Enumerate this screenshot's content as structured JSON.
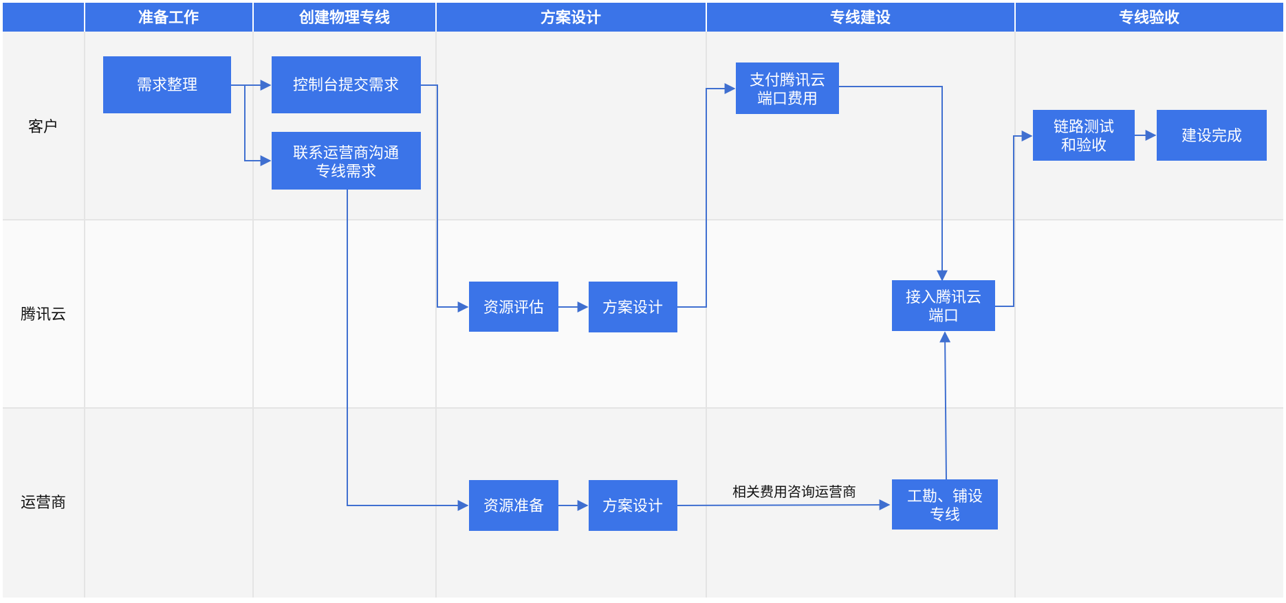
{
  "columns": [
    "准备工作",
    "创建物理专线",
    "方案设计",
    "专线建设",
    "专线验收"
  ],
  "lanes": [
    "客户",
    "腾讯云",
    "运营商"
  ],
  "nodes": {
    "n1": [
      "需求整理"
    ],
    "n2": [
      "控制台提交需求"
    ],
    "n3": [
      "联系运营商沟通",
      "专线需求"
    ],
    "n4": [
      "支付腾讯云",
      "端口费用"
    ],
    "n5": [
      "链路测试",
      "和验收"
    ],
    "n6": [
      "建设完成"
    ],
    "n7": [
      "资源评估"
    ],
    "n8": [
      "方案设计"
    ],
    "n9": [
      "接入腾讯云",
      "端口"
    ],
    "n10": [
      "资源准备"
    ],
    "n11": [
      "方案设计"
    ],
    "n12": [
      "工勘、铺设",
      "专线"
    ]
  },
  "edge_labels": {
    "e11_12": "相关费用咨询运营商"
  },
  "colors": {
    "header": "#3b74e8",
    "node": "#3b74e8",
    "edge": "#3f6fd0",
    "lane_alt": "#f4f4f4",
    "lane": "#fafafa",
    "divider": "#e4e4e4"
  }
}
